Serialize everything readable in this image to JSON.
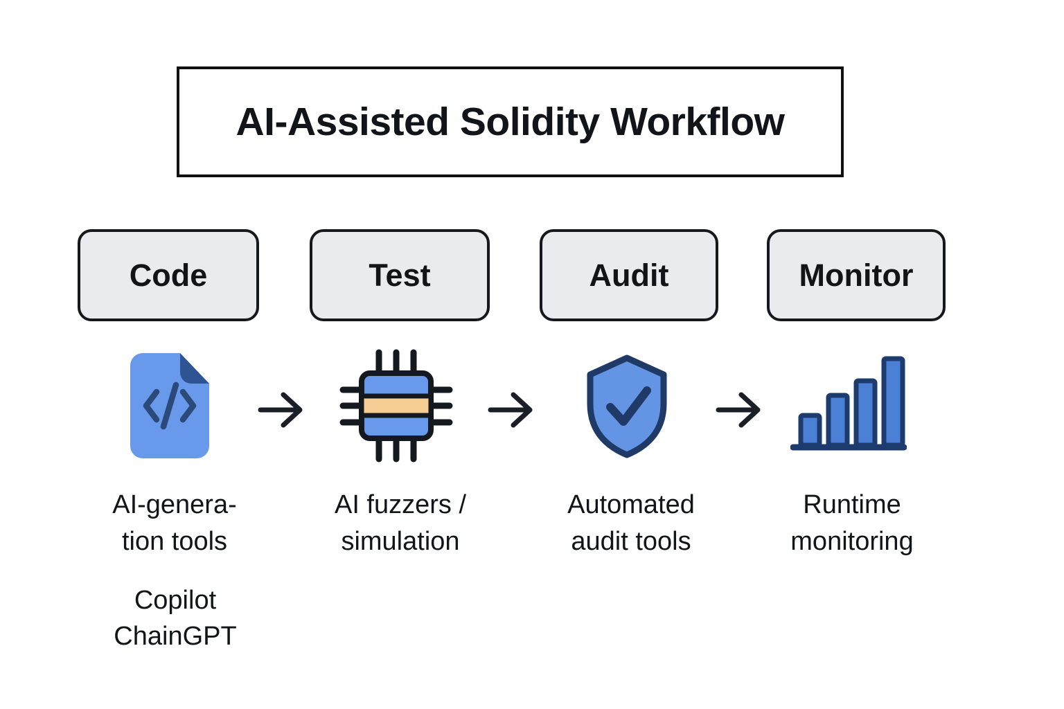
{
  "title": "AI-Assisted Solidity Workflow",
  "stages": [
    {
      "label": "Code",
      "icon": "code-file-icon",
      "caption_line1": "AI-genera-",
      "caption_line2": "tion tools",
      "tool_line1": "Copilot",
      "tool_line2": "ChainGPT"
    },
    {
      "label": "Test",
      "icon": "chip-icon",
      "caption_line1": "AI fuzzers /",
      "caption_line2": "simulation"
    },
    {
      "label": "Audit",
      "icon": "shield-check-icon",
      "caption_line1": "Automated",
      "caption_line2": "audit tools"
    },
    {
      "label": "Monitor",
      "icon": "bar-chart-icon",
      "caption_line1": "Runtime",
      "caption_line2": "monitoring"
    }
  ],
  "colors": {
    "background": "#ffffff",
    "text": "#111418",
    "title_border": "#111111",
    "box_fill": "#e9ebee",
    "box_border": "#16181d",
    "icon_blue": "#6899EB",
    "icon_blue_dark": "#2F5494",
    "glyph_navy": "#2B4A7A",
    "chip_outline": "#14181f",
    "chip_orange": "#F6CD95",
    "shield_fill": "#6494E4",
    "shield_outline": "#1F3A66",
    "bar_fill": "#4C80D6",
    "bar_outline": "#1E3B6E",
    "arrow": "#1A1E26"
  }
}
